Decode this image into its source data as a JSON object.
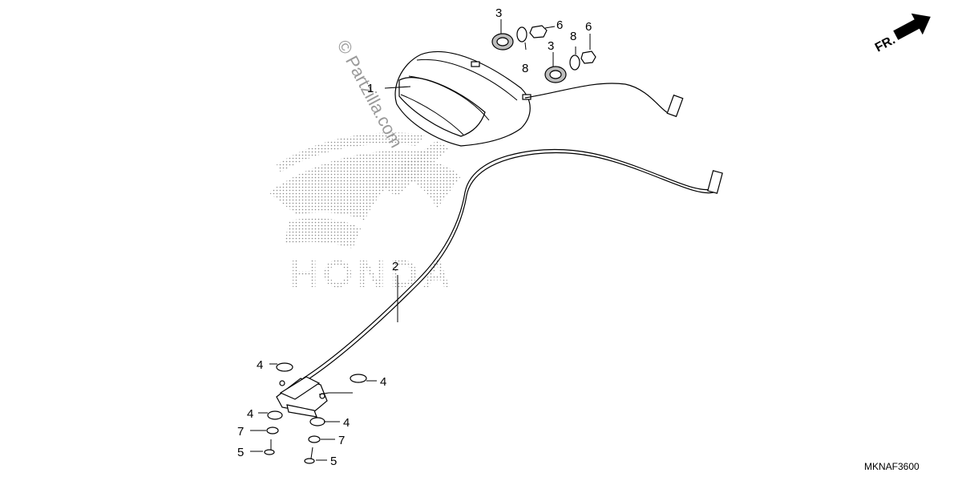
{
  "watermark": {
    "copyright_text": "© Partzilla.com",
    "logo_text": "HONDA"
  },
  "direction_indicator": {
    "label": "FR."
  },
  "drawing_code": "MKNAF3600",
  "callouts": {
    "tail_light": "1",
    "cable": "2",
    "grommet_left": "3",
    "grommet_right": "3",
    "collar_upper_left": "4",
    "collar_upper_right": "4",
    "collar_lower_left": "4",
    "collar_lower_right": "4",
    "screw_left": "5",
    "screw_right": "5",
    "nut_left": "6",
    "nut_right": "6",
    "washer_lower_left": "7",
    "washer_lower_right": "7",
    "washer_upper_left": "8",
    "washer_upper_right": "8"
  }
}
